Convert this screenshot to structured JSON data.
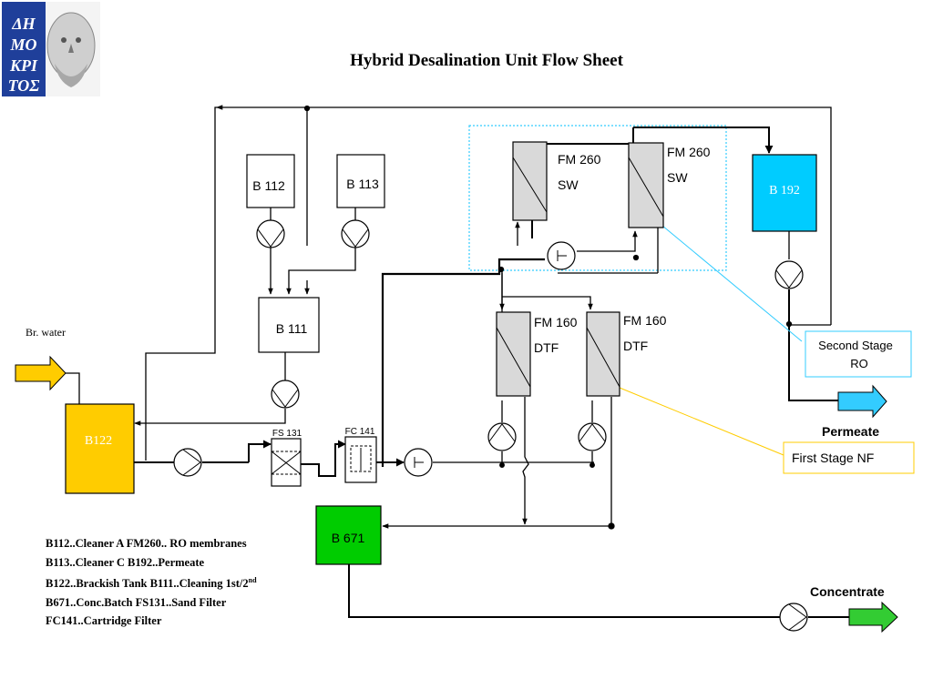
{
  "title": "Hybrid Desalination Unit Flow Sheet",
  "logo": {
    "name": "demokritos-logo",
    "text": "ΔΗΜΟΚΡΙΤΟΣ"
  },
  "colors": {
    "brackish_tank": "#ffcc00",
    "permeate_tank": "#00ccff",
    "conc_batch_tank": "#00cc00",
    "membrane": "#d9d9d9",
    "feed_arrow": "#ffcc00",
    "permeate_arrow": "#33ccff",
    "concentrate_arrow": "#33cc33",
    "ro_box_border": "#33ccff",
    "nf_box_border": "#ffcc00"
  },
  "tanks": {
    "b112": "B 112",
    "b113": "B 113",
    "b111": "B 111",
    "b122": "B122",
    "b192": "B 192",
    "b671": "B 671"
  },
  "filters": {
    "fs131": "FS 131",
    "fc141": "FC 141"
  },
  "membranes": {
    "fm260_a": {
      "line1": "FM 260",
      "line2": "SW"
    },
    "fm260_b": {
      "line1": "FM 260",
      "line2": "SW"
    },
    "fm160_a": {
      "line1": "FM 160",
      "line2": "DTF"
    },
    "fm160_b": {
      "line1": "FM 160",
      "line2": "DTF"
    }
  },
  "labels": {
    "br_water": "Br. water",
    "permeate": "Permeate",
    "concentrate": "Concentrate",
    "second_stage": "Second Stage",
    "second_stage_ro": "RO",
    "first_stage": "First Stage NF"
  },
  "legend": {
    "line1": "B112..Cleaner A    FM260.. RO membranes",
    "line2": "B113..Cleaner C  B192..Permeate",
    "line3": "B122..Brackish Tank  B111..Cleaning 1st/2",
    "line3_sup": "nd",
    "line4": "B671..Conc.Batch FS131..Sand Filter",
    "line5": "FC141..Cartridge Filter"
  }
}
